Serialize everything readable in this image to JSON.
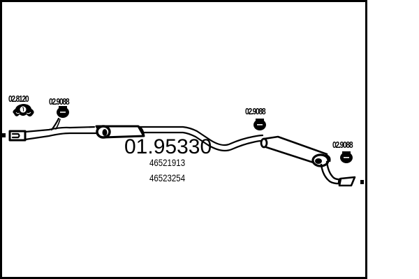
{
  "diagram": {
    "type": "exhaust-system-schematic",
    "main_part_number": "01.95330",
    "oem_numbers": [
      "46521913",
      "46523254"
    ],
    "accessories": [
      {
        "label": "02.8120",
        "kind": "gasket-flange"
      },
      {
        "label": "02.9088",
        "kind": "rubber-hanger"
      },
      {
        "label": "02.9088",
        "kind": "rubber-hanger"
      },
      {
        "label": "02.9088",
        "kind": "rubber-hanger"
      }
    ],
    "colors": {
      "line": "#000000",
      "background": "#ffffff"
    }
  }
}
